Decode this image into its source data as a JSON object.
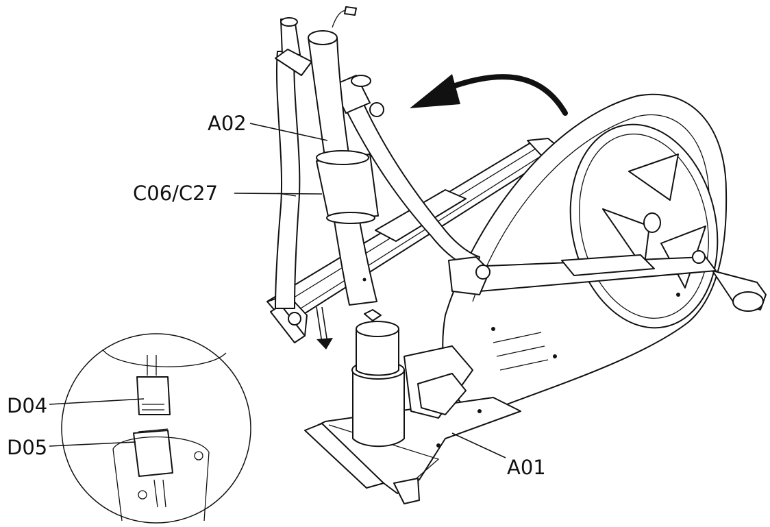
{
  "callouts": {
    "a02": "A02",
    "c06_c27": "C06/C27",
    "d04": "D04",
    "d05": "D05",
    "a01": "A01"
  },
  "icons": {
    "rotate_arrow": "curved-arrow-icon",
    "down_arrow": "down-arrow-icon"
  },
  "colors": {
    "line": "#111111",
    "background": "#ffffff"
  }
}
